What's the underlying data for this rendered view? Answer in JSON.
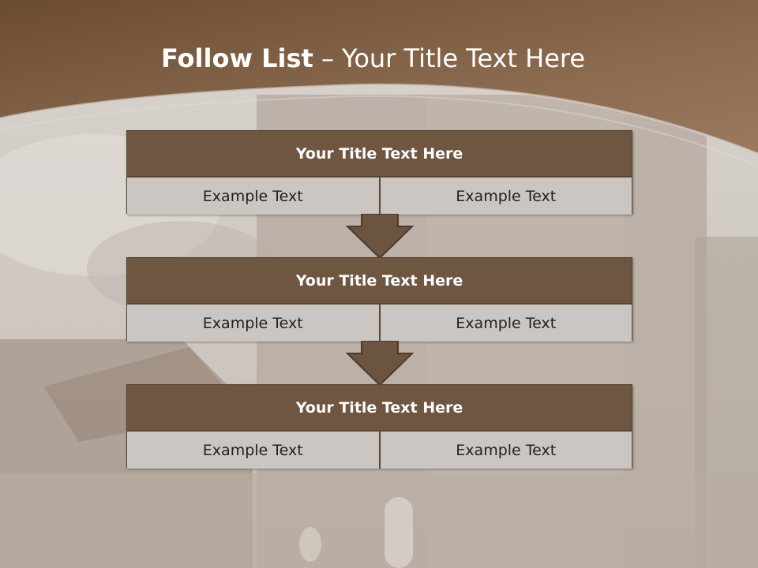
{
  "slide": {
    "title_bold": "Follow List",
    "title_rest": "– Your Title Text Here"
  },
  "steps": [
    {
      "title": "Your Title Text Here",
      "left": "Example Text",
      "right": "Example Text"
    },
    {
      "title": "Your Title Text Here",
      "left": "Example Text",
      "right": "Example Text"
    },
    {
      "title": "Your Title Text Here",
      "left": "Example Text",
      "right": "Example Text"
    }
  ],
  "colors": {
    "header_brown": "#6f5641",
    "cell_gray": "#cbc6c1",
    "arrow_brown": "#6b5440",
    "banner_brown": "#7a5a40"
  }
}
